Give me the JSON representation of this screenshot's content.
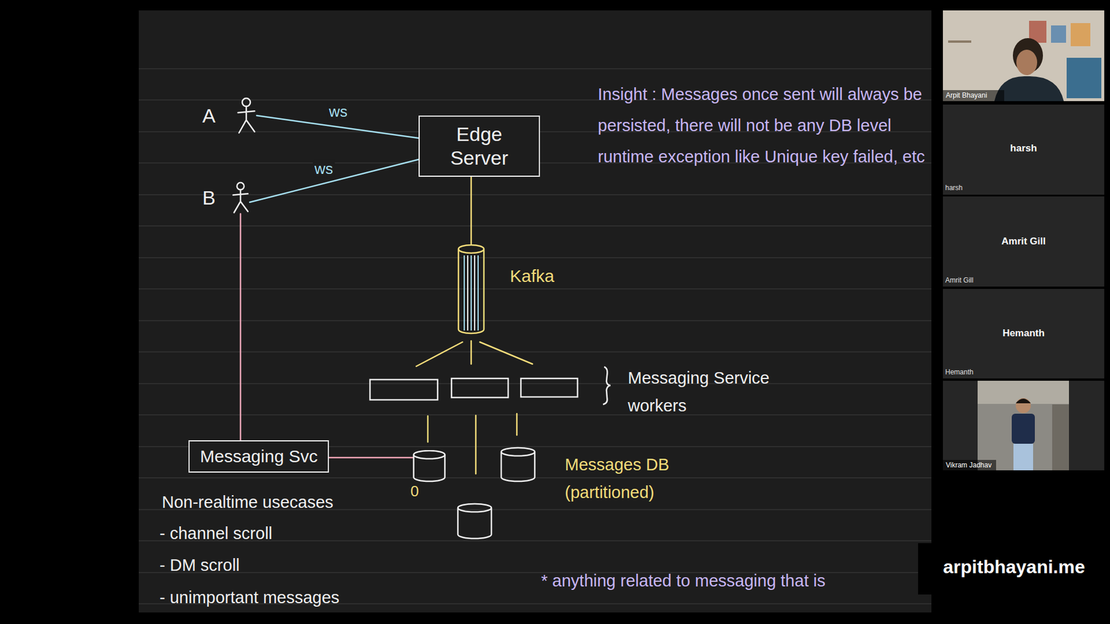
{
  "diagram": {
    "nodes": [
      {
        "text": [
          "A"
        ]
      },
      {
        "text": [
          "B"
        ]
      },
      {
        "text": [
          "Edge Server"
        ]
      },
      {
        "text": [
          "Kafka"
        ]
      },
      {
        "text": [
          "Messaging Svc"
        ]
      },
      {
        "text": [
          "0"
        ]
      }
    ],
    "edges": [
      {
        "from": 0,
        "to": 2,
        "label": "ws",
        "arrow": "none"
      },
      {
        "from": 1,
        "to": 2,
        "label": "ws",
        "arrow": "none"
      },
      {
        "from": 2,
        "to": 3,
        "arrow": "none"
      },
      {
        "from": 1,
        "to": 4,
        "arrow": "none"
      },
      {
        "from": 4,
        "to": 5,
        "arrow": "none"
      }
    ],
    "labels": [
      "Insight : Messages once sent will always be persisted, there will not be any DB level runtime exception like Unique key failed, etc",
      "Messaging Service workers",
      "Messages DB (partitioned)",
      "Non-realtime usecases",
      "- channel scroll",
      "- DM scroll",
      "- unimportant messages",
      "* anything related to messaging that is",
      "Arpit Bhayani",
      "harsh",
      "harsh",
      "Amrit Gill",
      "Amrit Gill",
      "Hemanth",
      "Hemanth",
      "Vikram Jadhav",
      "arpitbhayani.me"
    ]
  }
}
